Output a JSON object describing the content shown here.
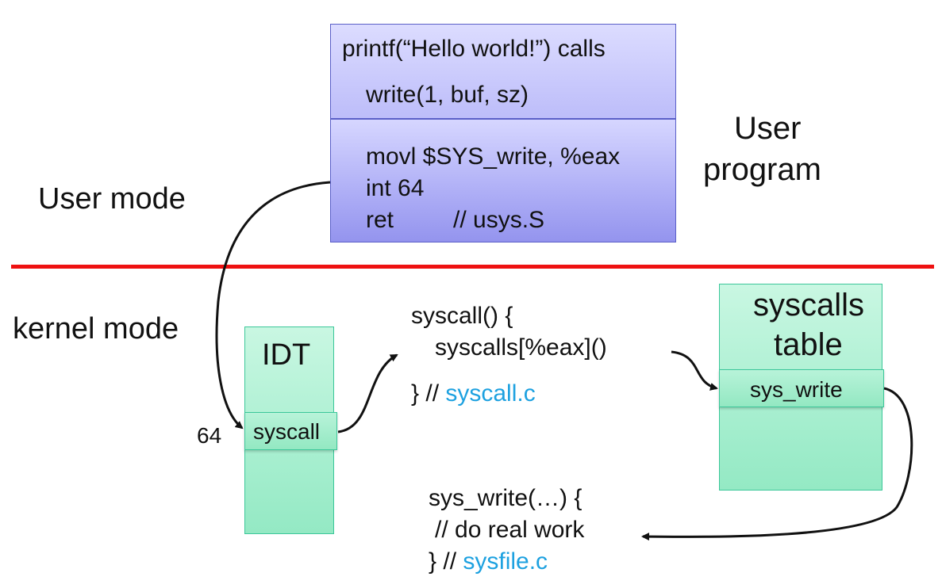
{
  "user_program": {
    "line1": "printf(“Hello world!”) calls",
    "line2": "write(1, buf, sz)",
    "line3": "movl $SYS_write, %eax",
    "line4": "int 64",
    "line5": "ret         // usys.S",
    "label_line1": "User",
    "label_line2": "program"
  },
  "modes": {
    "user": "User mode",
    "kernel": "kernel mode"
  },
  "idt": {
    "title": "IDT",
    "entry": "syscall",
    "index": "64"
  },
  "syscall_code": {
    "line1": "syscall() {",
    "line2": "syscalls[%eax]()",
    "line3_prefix": "} // ",
    "line3_file": "syscall.c"
  },
  "syscalls_table": {
    "title_line1": "syscalls",
    "title_line2": "table",
    "entry": "sys_write"
  },
  "sys_write_code": {
    "line1": "sys_write(…) {",
    "line2": "// do real work",
    "line3_prefix": "} // ",
    "line3_file": "sysfile.c"
  },
  "colors": {
    "separator": "#ee1111",
    "link": "#1da1e0",
    "user_box": "#a8a8f4",
    "kernel_box": "#a8efd0"
  }
}
